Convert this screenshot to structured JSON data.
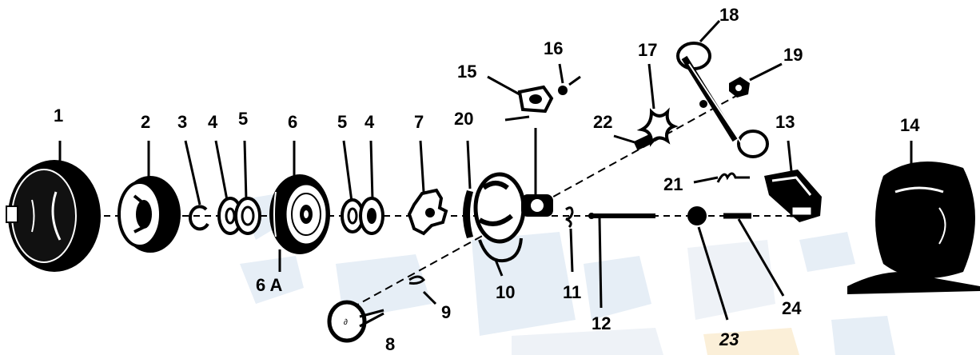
{
  "labels": {
    "p1": "1",
    "p2": "2",
    "p3": "3",
    "p4a": "4",
    "p5a": "5",
    "p6": "6",
    "p6a": "6 A",
    "p5b": "5",
    "p4b": "4",
    "p7": "7",
    "p20": "20",
    "p15": "15",
    "p16": "16",
    "p8": "8",
    "p9": "9",
    "p10": "10",
    "p11": "11",
    "p12": "12",
    "p23": "23",
    "p24": "24",
    "p21": "21",
    "p22": "22",
    "p17": "17",
    "p18": "18",
    "p19": "19",
    "p13": "13",
    "p14": "14"
  },
  "colors": {
    "ink": "#000000",
    "paper": "#ffffff",
    "watermark_blue": "#e6eef6",
    "watermark_orange": "#fbefd8"
  }
}
